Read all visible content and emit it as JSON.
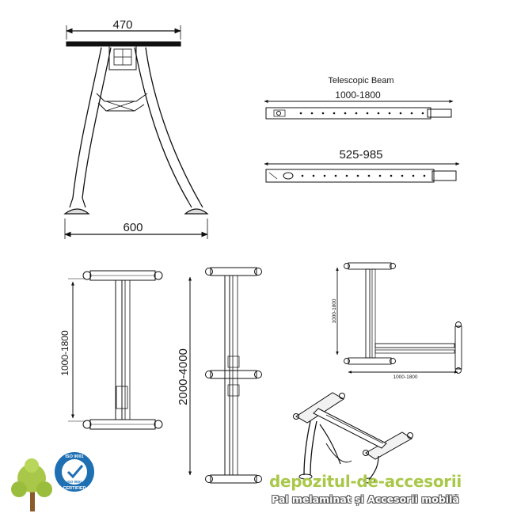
{
  "dimensions": {
    "top_width": "470",
    "base_width": "600",
    "beam_title": "Telescopic Beam",
    "beam_long": "1000-1800",
    "beam_short": "525-985",
    "frame_length": "1000-1800",
    "long_frame": "2000-4000",
    "corner_vertical": "1000-1800",
    "corner_horizontal": "1000-1800"
  },
  "certification": {
    "top_text": "ISO 9001",
    "center_text": "ISO 9001",
    "bottom_text": "CERTIFIED",
    "color": "#1f6fb3"
  },
  "brand": {
    "name": "depozitul-de-accesorii",
    "tagline": "Pal melaminat și Accesorii mobilă",
    "color": "#a9c84a"
  }
}
